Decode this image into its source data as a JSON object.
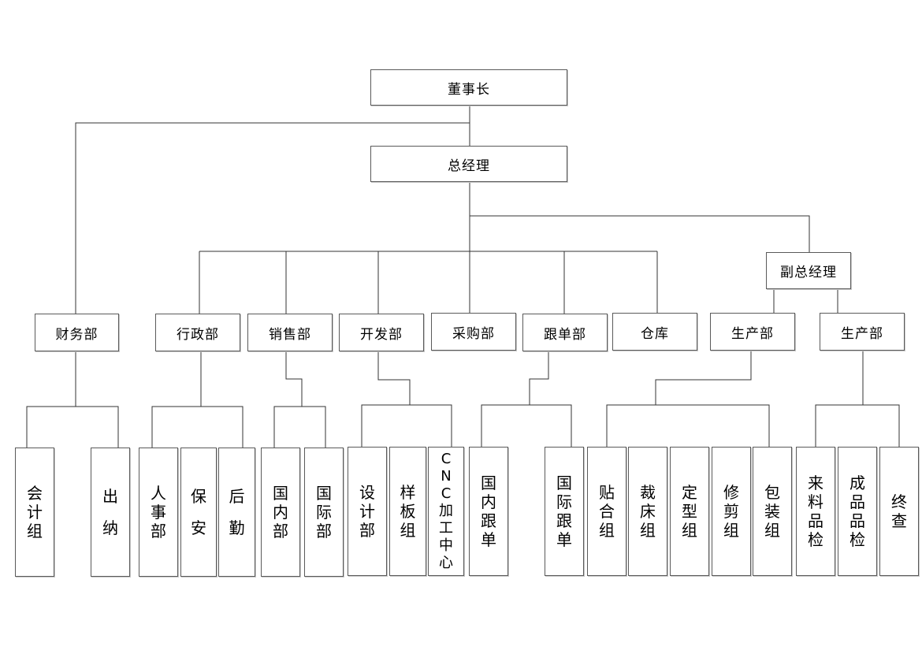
{
  "chart": {
    "chairman": "董事长",
    "general_manager": "总经理",
    "deputy_general_manager": "副总经理",
    "departments": {
      "finance": "财务部",
      "admin": "行政部",
      "sales": "销售部",
      "development": "开发部",
      "purchasing": "采购部",
      "merchandising": "跟单部",
      "warehouse": "仓库",
      "production_1": "生产部",
      "production_2": "生产部"
    },
    "teams": {
      "accounting_group": "会计组",
      "cashier": "出\n\n纳",
      "hr": "人事部",
      "security": "保\n\n安",
      "logistics": "后\n\n勤",
      "domestic_sales": "国内部",
      "international_sales": "国际部",
      "design": "设计部",
      "sample": "样板组",
      "cnc": "CNC加工中心",
      "domestic_follow": "国内跟单",
      "international_follow": "国际跟单",
      "laminating": "贴合组",
      "cutting": "裁床组",
      "shaping": "定型组",
      "trimming": "修剪组",
      "packaging": "包装组",
      "incoming_qc": "来料品检",
      "finished_qc": "成品品检",
      "final_check": "终查"
    }
  }
}
